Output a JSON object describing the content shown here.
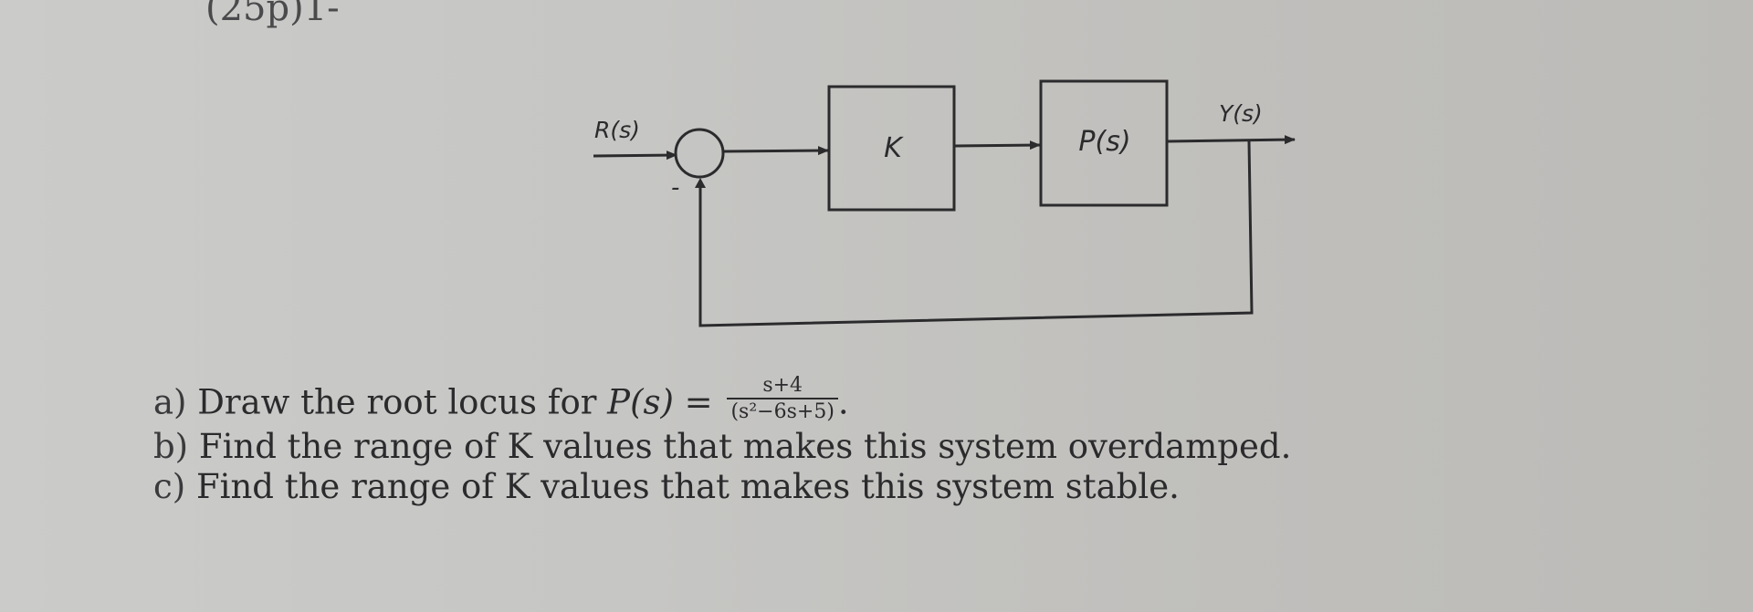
{
  "header": {
    "problem_number": "(25p)1-"
  },
  "diagram": {
    "input_label": "R(s)",
    "output_label": "Y(s)",
    "feedback_sign": "-",
    "blocks": [
      {
        "label": "K"
      },
      {
        "label": "P(s)"
      }
    ]
  },
  "questions": {
    "a": {
      "letter": "a)",
      "text": "Draw the root locus for",
      "lhs": "P(s) =",
      "numerator": "s+4",
      "denominator": "(s²−6s+5)",
      "end": "."
    },
    "b": {
      "letter": "b)",
      "text": "Find the range of K values that makes this system overdamped."
    },
    "c": {
      "letter": "c)",
      "text": "Find the range of K values that makes this system stable."
    }
  }
}
